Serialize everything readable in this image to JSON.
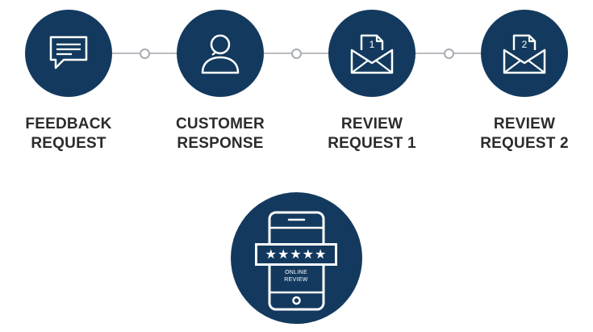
{
  "steps": [
    {
      "line1": "FEEDBACK",
      "line2": "REQUEST",
      "icon": "chat-bubble-icon"
    },
    {
      "line1": "CUSTOMER",
      "line2": "RESPONSE",
      "icon": "person-icon"
    },
    {
      "line1": "REVIEW",
      "line2": "REQUEST 1",
      "icon": "envelope-letter-icon",
      "badge": "1"
    },
    {
      "line1": "REVIEW",
      "line2": "REQUEST 2",
      "icon": "envelope-letter-icon",
      "badge": "2"
    }
  ],
  "final": {
    "icon": "smartphone-icon",
    "stars": "★★★★★",
    "label_line1": "ONLINE",
    "label_line2": "REVIEW"
  },
  "colors": {
    "circle": "#133a5e",
    "connector": "#b9bcc0",
    "label": "#2b2b2b"
  }
}
